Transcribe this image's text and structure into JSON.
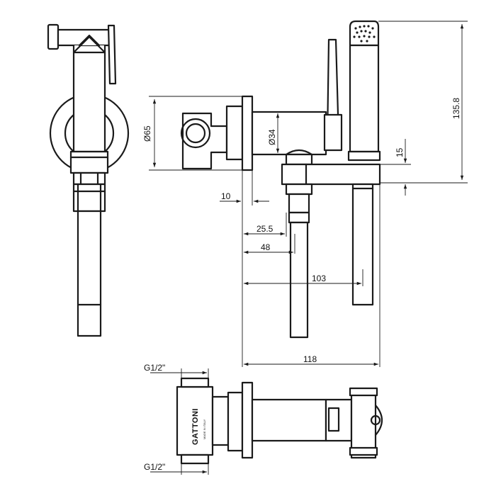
{
  "drawing": {
    "title": "",
    "dimensions": {
      "d65": "Ø65",
      "d34": "Ø34",
      "h135": "135.8",
      "h15": "15",
      "w10": "10",
      "w25": "25.5",
      "w48": "48",
      "w103": "103",
      "w118": "118",
      "thread_top": "G1/2\"",
      "thread_bottom": "G1/2\""
    },
    "brand_stamp": "GATTONI",
    "brand_subtext": "MADE IN ITALY",
    "views": [
      "front-view",
      "side-view",
      "top-view"
    ]
  }
}
